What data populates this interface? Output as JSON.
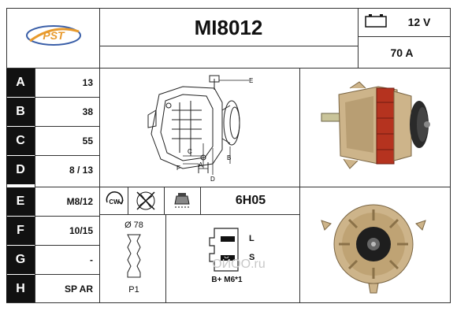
{
  "header": {
    "model": "MI8012",
    "voltage": "12 V",
    "amperage": "70 A"
  },
  "logo": {
    "text": "PST"
  },
  "specs": [
    {
      "letter": "A",
      "value": "13"
    },
    {
      "letter": "B",
      "value": "38"
    },
    {
      "letter": "C",
      "value": "55"
    },
    {
      "letter": "D",
      "value": "8 / 13"
    },
    {
      "letter": "E",
      "value": "M8/12"
    },
    {
      "letter": "F",
      "value": "10/15"
    },
    {
      "letter": "G",
      "value": "-"
    },
    {
      "letter": "H",
      "value": "SP AR"
    }
  ],
  "icons": {
    "rotation": "CW"
  },
  "regulator_code": "6H05",
  "pulley": {
    "diameter": "Ø 78",
    "type": "P1"
  },
  "connector": {
    "label_l": "L",
    "label_s": "S",
    "terminals": "B+ M6*1"
  },
  "diagram_labels": {
    "e": "E",
    "c": "C",
    "f": "F",
    "a": "A",
    "b": "B",
    "d": "D"
  },
  "watermark": "ОЙОО.ru",
  "colors": {
    "logo_orange": "#e89a2c",
    "logo_blue": "#3a5fa8",
    "housing": "#cdb48a",
    "stator_red": "#b5331f"
  }
}
